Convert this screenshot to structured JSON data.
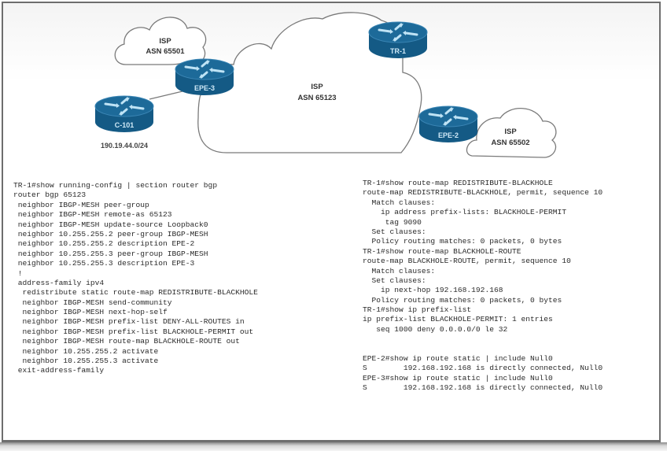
{
  "diagram": {
    "clouds": [
      {
        "id": "isp-65501",
        "line1": "ISP",
        "line2": "ASN 65501"
      },
      {
        "id": "isp-65123",
        "line1": "ISP",
        "line2": "ASN 65123"
      },
      {
        "id": "isp-65502",
        "line1": "ISP",
        "line2": "ASN 65502"
      }
    ],
    "routers": [
      {
        "id": "c-101",
        "label": "C-101"
      },
      {
        "id": "epe-3",
        "label": "EPE-3"
      },
      {
        "id": "tr-1",
        "label": "TR-1"
      },
      {
        "id": "epe-2",
        "label": "EPE-2"
      }
    ],
    "subnet_label": "190.19.44.0/24",
    "colors": {
      "router_top": "#1d6a99",
      "router_side": "#145a85",
      "router_arrows": "#bfe3f5",
      "cloud_stroke": "#7a7a7a",
      "link": "#7a7a7a"
    }
  },
  "left_output": {
    "lines": [
      "TR-1#show running-config | section router bgp",
      "router bgp 65123",
      " neighbor IBGP-MESH peer-group",
      " neighbor IBGP-MESH remote-as 65123",
      " neighbor IBGP-MESH update-source Loopback0",
      " neighbor 10.255.255.2 peer-group IBGP-MESH",
      " neighbor 10.255.255.2 description EPE-2",
      " neighbor 10.255.255.3 peer-group IBGP-MESH",
      " neighbor 10.255.255.3 description EPE-3",
      " !",
      " address-family ipv4",
      "  redistribute static route-map REDISTRIBUTE-BLACKHOLE",
      "  neighbor IBGP-MESH send-community",
      "  neighbor IBGP-MESH next-hop-self",
      "  neighbor IBGP-MESH prefix-list DENY-ALL-ROUTES in",
      "  neighbor IBGP-MESH prefix-list BLACKHOLE-PERMIT out",
      "  neighbor IBGP-MESH route-map BLACKHOLE-ROUTE out",
      "  neighbor 10.255.255.2 activate",
      "  neighbor 10.255.255.3 activate",
      " exit-address-family"
    ]
  },
  "right_output": {
    "lines": [
      "TR-1#show route-map REDISTRIBUTE-BLACKHOLE",
      "route-map REDISTRIBUTE-BLACKHOLE, permit, sequence 10",
      "  Match clauses:",
      "    ip address prefix-lists: BLACKHOLE-PERMIT",
      "     tag 9090",
      "  Set clauses:",
      "  Policy routing matches: 0 packets, 0 bytes",
      "TR-1#show route-map BLACKHOLE-ROUTE",
      "route-map BLACKHOLE-ROUTE, permit, sequence 10",
      "  Match clauses:",
      "  Set clauses:",
      "    ip next-hop 192.168.192.168",
      "  Policy routing matches: 0 packets, 0 bytes",
      "TR-1#show ip prefix-list",
      "ip prefix-list BLACKHOLE-PERMIT: 1 entries",
      "   seq 1000 deny 0.0.0.0/0 le 32",
      "",
      "",
      "EPE-2#show ip route static | include Null0",
      "S        192.168.192.168 is directly connected, Null0",
      "EPE-3#show ip route static | include Null0",
      "S        192.168.192.168 is directly connected, Null0"
    ]
  }
}
